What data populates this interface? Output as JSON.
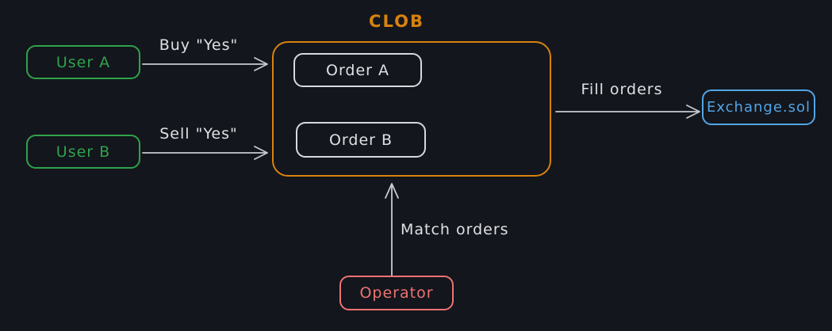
{
  "title": {
    "text": "CLOB",
    "color": "#d9820e"
  },
  "nodes": {
    "userA": {
      "label": "User A",
      "color": "#30a24c"
    },
    "userB": {
      "label": "User B",
      "color": "#30a24c"
    },
    "orderA": {
      "label": "Order A",
      "color": "#dfe0e3"
    },
    "orderB": {
      "label": "Order B",
      "color": "#dfe0e3"
    },
    "operator": {
      "label": "Operator",
      "color": "#ee7272"
    },
    "exchange": {
      "label": "Exchange.sol",
      "color": "#52a4e6"
    }
  },
  "edges": {
    "buy": {
      "label": "Buy \"Yes\"",
      "from": "userA",
      "to": "clob",
      "direction": "right"
    },
    "sell": {
      "label": "Sell \"Yes\"",
      "from": "userB",
      "to": "clob",
      "direction": "right"
    },
    "fill": {
      "label": "Fill orders",
      "from": "clob",
      "to": "exchange",
      "direction": "right"
    },
    "match": {
      "label": "Match orders",
      "from": "operator",
      "to": "clob",
      "direction": "up"
    }
  },
  "colors": {
    "background": "#13161c",
    "arrow": "#c9cbd0",
    "neutral_stroke": "#d8d9dc",
    "green": "#30a24c",
    "orange": "#d9820e",
    "blue": "#52a4e6",
    "red": "#ee7272"
  }
}
